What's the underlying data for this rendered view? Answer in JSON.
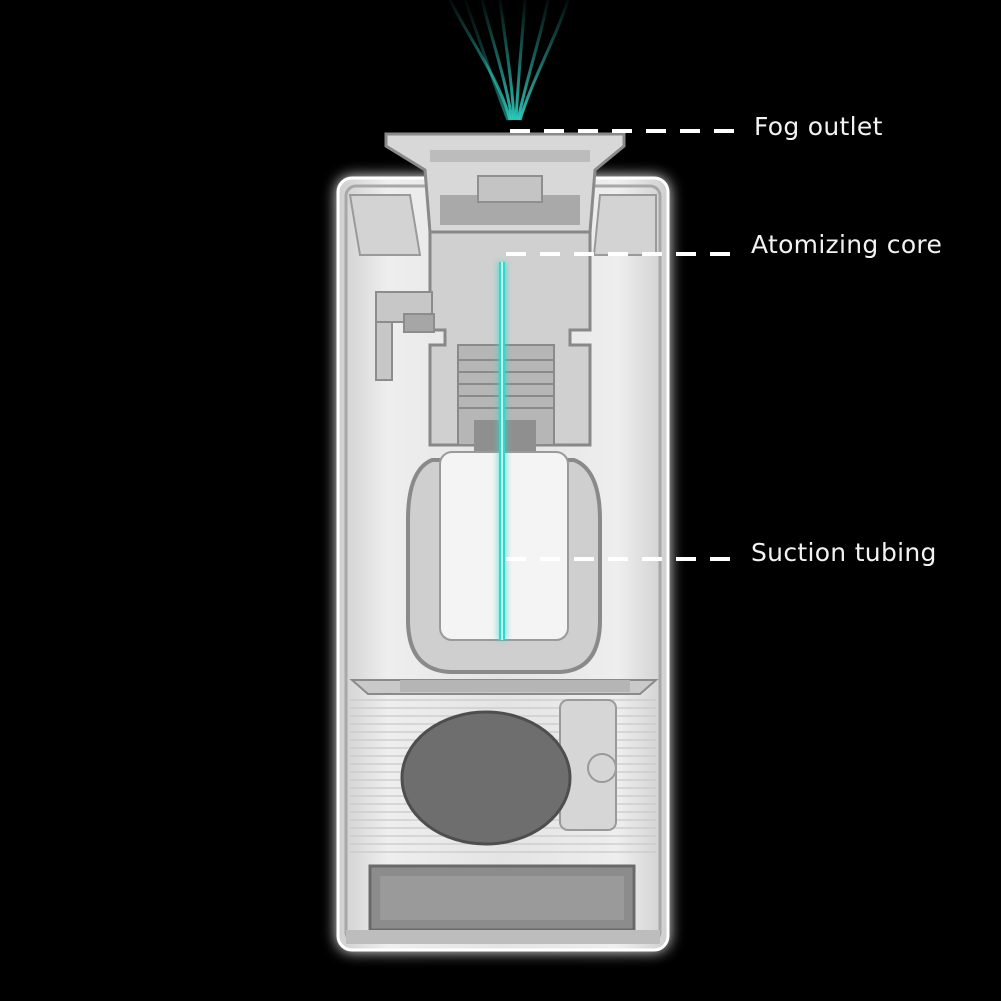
{
  "callouts": {
    "fog_outlet": "Fog outlet",
    "atomizing_core": "Atomizing core",
    "suction_tubing": "Suction tubing"
  },
  "colors": {
    "background": "#000000",
    "body_fill": "#e6e6e6",
    "body_edge": "#9a9a9a",
    "glow": "#ffffff",
    "mist": "#2fd6c8",
    "tube": "#30d8cc",
    "leader": "#ffffff",
    "label_text": "#f2f2f2"
  }
}
